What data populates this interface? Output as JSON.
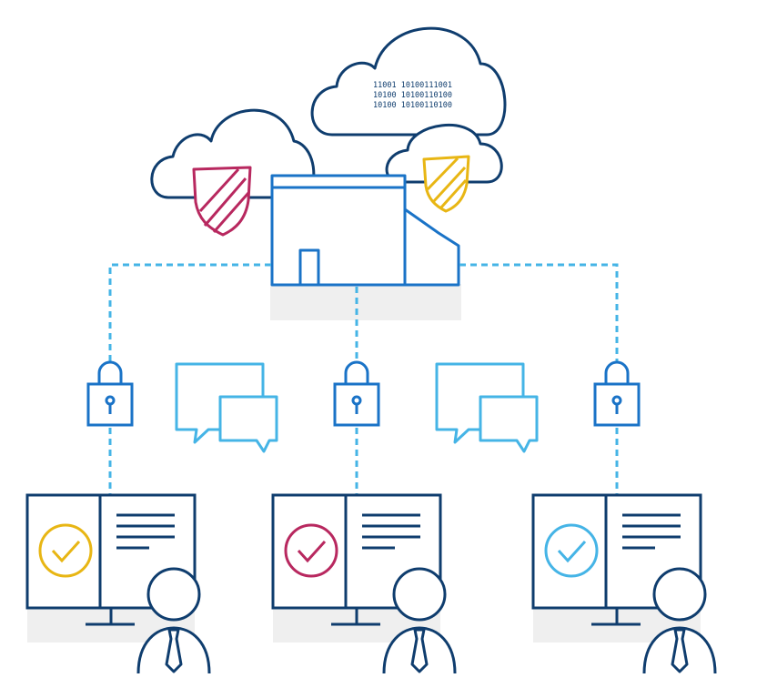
{
  "colors": {
    "navy": "#0f3d6e",
    "blue": "#1a73c7",
    "sky": "#45b4e6",
    "magenta": "#b8285f",
    "gold": "#e8b614",
    "shadow": "#efefef"
  },
  "cloud": {
    "binary_lines": [
      "11001 10100111001",
      "10100 10100110100",
      "10100 10100110100"
    ]
  },
  "icons": {
    "shield_left": "shield-icon",
    "shield_right": "shield-icon",
    "lock": "padlock-icon",
    "chat": "chat-bubbles-icon",
    "check": "checkmark-icon",
    "user": "user-icon"
  },
  "workstations": [
    {
      "check_color": "#e8b614"
    },
    {
      "check_color": "#b8285f"
    },
    {
      "check_color": "#45b4e6"
    }
  ]
}
